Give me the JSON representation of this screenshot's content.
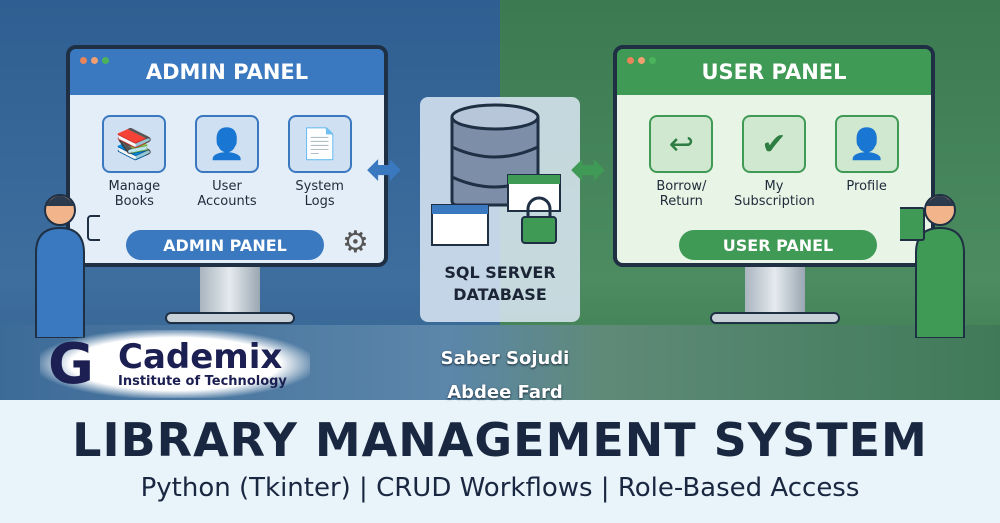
{
  "admin": {
    "title": "ADMIN PANEL",
    "items": [
      {
        "label": "Manage Books",
        "icon": "books-icon"
      },
      {
        "label": "User Accounts",
        "icon": "user-account-icon"
      },
      {
        "label": "System Logs",
        "icon": "log-file-gear-icon"
      }
    ],
    "button": "ADMIN PANEL"
  },
  "user": {
    "title": "USER PANEL",
    "items": [
      {
        "label": "Borrow/ Return",
        "icon": "book-return-icon"
      },
      {
        "label": "My Subscription",
        "icon": "subscription-check-icon"
      },
      {
        "label": "Profile",
        "icon": "profile-icon"
      }
    ],
    "button": "USER PANEL"
  },
  "database": {
    "label": "SQL SERVER DATABASE"
  },
  "logo": {
    "name": "Cademix",
    "tagline": "Institute of Technology"
  },
  "authors": [
    "Saber Sojudi",
    "Abdee Fard"
  ],
  "title": "LIBRARY MANAGEMENT SYSTEM",
  "subtitle": "Python (Tkinter) | CRUD Workflows | Role-Based Access",
  "colors": {
    "admin": "#3a78bf",
    "user": "#3f9a55",
    "title": "#1a2740"
  }
}
